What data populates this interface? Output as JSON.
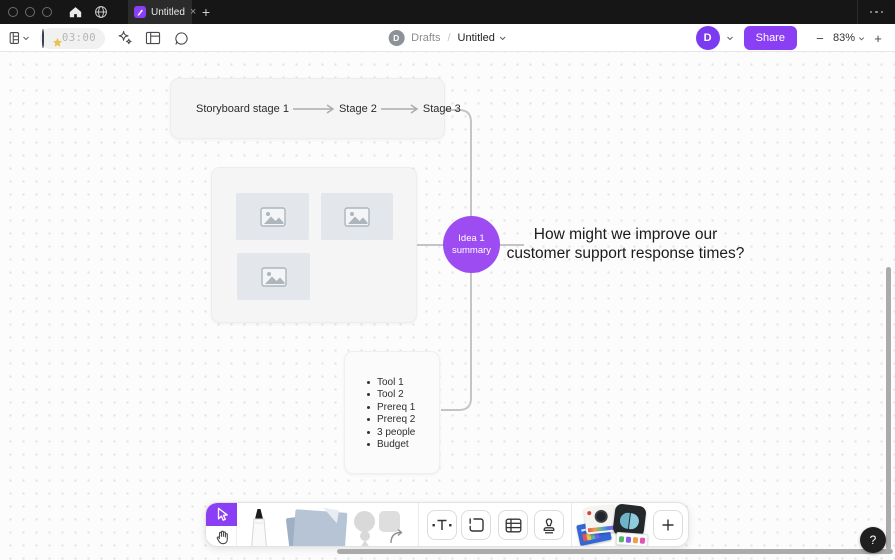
{
  "titlebar": {
    "tab": {
      "label": "Untitled",
      "close": "×"
    },
    "new_tab": "+"
  },
  "toolbar": {
    "timer": {
      "time": "03:00"
    },
    "breadcrumb": {
      "avatar_initial": "D",
      "folder": "Drafts",
      "separator": "/",
      "file": "Untitled"
    },
    "avatar_initial": "D",
    "share_label": "Share",
    "zoom": {
      "out": "−",
      "level": "83%",
      "in": "+"
    }
  },
  "canvas": {
    "storyboard": {
      "stages": [
        "Storyboard stage 1",
        "Stage 2",
        "Stage 3"
      ]
    },
    "idea": {
      "line1": "Idea 1",
      "line2": "summary"
    },
    "question": {
      "line1": "How might we improve our",
      "line2": "customer support response times?"
    },
    "checklist": [
      "Tool 1",
      "Tool 2",
      "Prereq 1",
      "Prereq 2",
      "3 people",
      "Budget"
    ]
  },
  "help": {
    "label": "?"
  },
  "colors": {
    "accent_purple": "#8a3ff5",
    "idea_circle_purple": "#9c4cf0",
    "avatar_purple": "#7b3bf0",
    "connector_gray": "#c4c4c4",
    "titlebar_black": "#161616"
  }
}
